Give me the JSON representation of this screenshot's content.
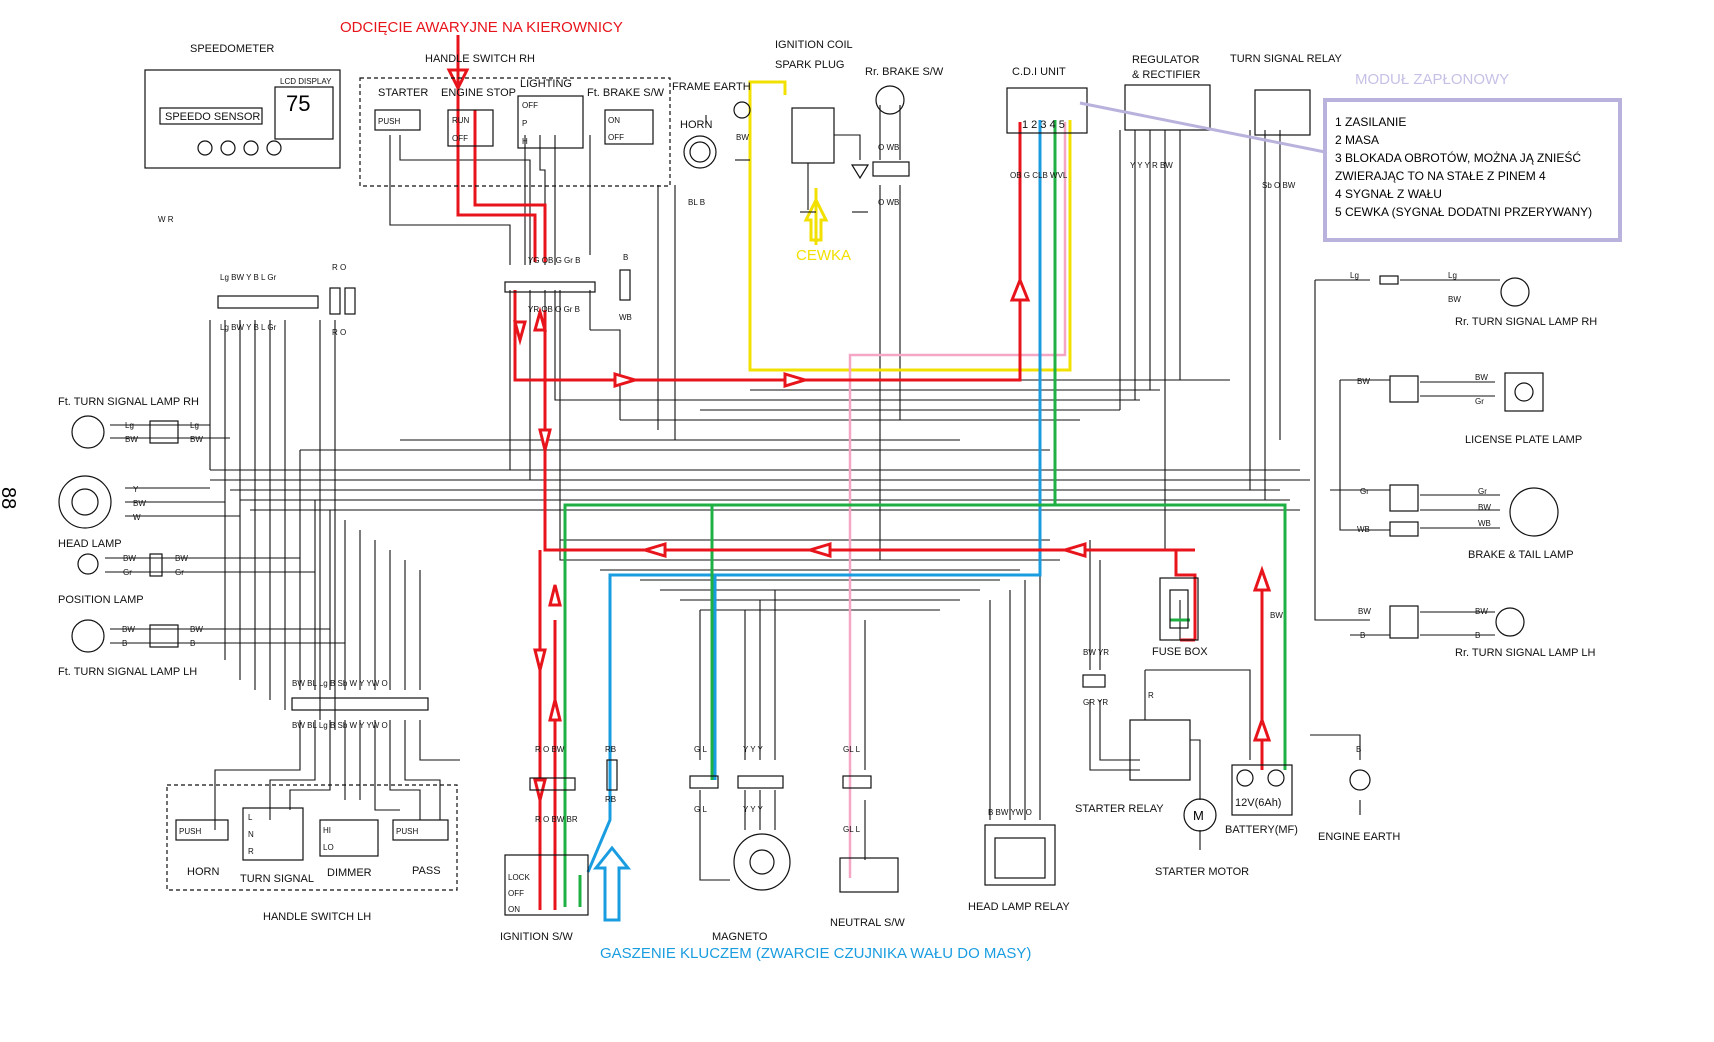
{
  "annotations": {
    "handlebar_kill": "ODCIĘCIE AWARYJNE NA KIEROWNICY",
    "coil": "CEWKA",
    "ignition_module": "MODUŁ ZAPŁONOWY",
    "key_kill": "GASZENIE KLUCZEM (ZWARCIE CZUJNIKA WAŁU DO MASY)",
    "page_number": "88"
  },
  "module_legend": [
    "1 ZASILANIE",
    "2 MASA",
    "3 BLOKADA OBROTÓW, MOŻNA JĄ ZNIEŚĆ",
    "ZWIERAJĄC TO NA STAŁE Z PINEM  4",
    "4 SYGNAŁ Z WAŁU",
    "5 CEWKA (SYGNAŁ DODATNI PRZERYWANY)"
  ],
  "components": {
    "speedometer": "SPEEDOMETER",
    "lcd_display": "LCD DISPLAY",
    "lcd_value": "75",
    "speedo_sensor": "SPEEDO SENSOR",
    "handle_switch_rh": "HANDLE SWITCH RH",
    "starter": "STARTER",
    "engine_stop": "ENGINE STOP",
    "lighting": "LIGHTING",
    "ft_brake_sw": "Ft. BRAKE S/W",
    "frame_earth": "FRAME EARTH",
    "horn": "HORN",
    "ignition_coil": "IGNITION COIL",
    "spark_plug": "SPARK PLUG",
    "rr_brake_sw": "Rr. BRAKE S/W",
    "cdi_unit": "C.D.I UNIT",
    "cdi_pins": "1  2 3 4 5",
    "regulator": "REGULATOR",
    "rectifier": "& RECTIFIER",
    "turn_signal_relay": "TURN SIGNAL RELAY",
    "rr_turn_rh": "Rr. TURN SIGNAL LAMP RH",
    "license_plate_lamp": "LICENSE PLATE LAMP",
    "brake_tail_lamp": "BRAKE & TAIL LAMP",
    "rr_turn_lh": "Rr. TURN SIGNAL LAMP LH",
    "ft_turn_rh": "Ft. TURN SIGNAL LAMP RH",
    "head_lamp": "HEAD LAMP",
    "position_lamp": "POSITION LAMP",
    "ft_turn_lh": "Ft. TURN SIGNAL LAMP LH",
    "handle_switch_lh": "HANDLE SWITCH LH",
    "horn_sw": "HORN",
    "turn_signal_sw": "TURN SIGNAL",
    "dimmer": "DIMMER",
    "pass": "PASS",
    "ignition_sw": "IGNITION S/W",
    "magneto": "MAGNETO",
    "neutral_sw": "NEUTRAL S/W",
    "head_lamp_relay": "HEAD LAMP RELAY",
    "fuse_box": "FUSE BOX",
    "starter_relay": "STARTER RELAY",
    "starter_motor": "STARTER MOTOR",
    "battery": "BATTERY(MF)",
    "battery_rating": "12V(6Ah)",
    "engine_earth": "ENGINE EARTH"
  },
  "switch_labels": {
    "push": "PUSH",
    "run": "RUN",
    "off": "OFF",
    "p": "P",
    "h": "H",
    "on": "ON",
    "l": "L",
    "n": "N",
    "r": "R",
    "hi": "HI",
    "lo": "LO",
    "lock": "LOCK"
  },
  "wire_codes": {
    "speedo_wr": "W R",
    "speedo_conn": "Lg BW Y  B  L Gr",
    "speedo_ro": "R   O",
    "rh_conn": "YG OB  G  Gr  B",
    "rh_conn_low": "YR OB  O  Gr  B",
    "brake_b": "B",
    "brake_wb": "WB",
    "horn_bl_b": "BL  B",
    "frame_bw": "BW",
    "rr_brake_owb": "O   WB",
    "cdi_codes": "OB G CLB WVL",
    "reg_codes": "Y  Y  Y  R BW",
    "relay_codes": "Sb O BW",
    "lh_conn": "BW BL Lg B Sb W  Y YW O",
    "ign_conn": "R  O BW",
    "ign_conn_low": "R  O BW BR",
    "rb": "RB",
    "mag_gl": "G  L",
    "mag_yyy": "Y  Y  Y",
    "neutral_gl": "GL  L",
    "hl_relay": "B  BW  YW O",
    "starter_r": "R",
    "bw_yr": "BW YR",
    "gr_yr": "GR YR",
    "battery_bw": "BW",
    "engine_b": "B",
    "lg": "Lg",
    "bw": "BW",
    "gr": "Gr",
    "wb": "WB",
    "b": "B",
    "y": "Y",
    "w": "W"
  },
  "colors": {
    "red": "#e8141b",
    "green": "#1fb043",
    "blue": "#1a9de0",
    "yellow": "#f2e000",
    "pink": "#f4a6c4",
    "lavender": "#c7c0e6"
  }
}
